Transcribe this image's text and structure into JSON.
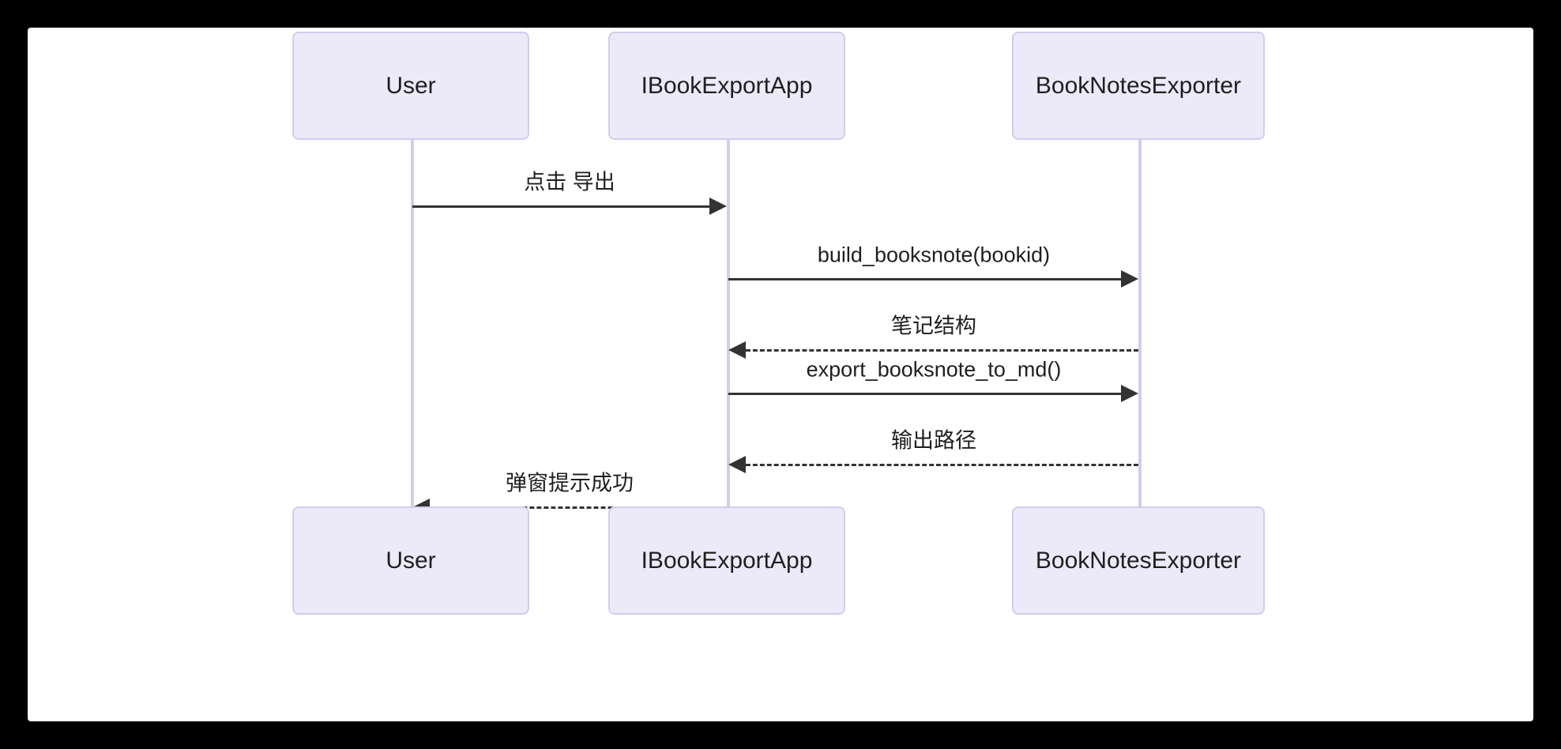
{
  "diagram": {
    "type": "sequence-diagram",
    "background_color": "#000000",
    "panel_color": "#ffffff",
    "box_fill": "#ECEAF8",
    "box_border": "#D3CCEC",
    "lifeline_color": "#D3CCEC",
    "arrow_color": "#333333",
    "text_color": "#1f1f1f",
    "participants": [
      {
        "id": "user",
        "label": "User"
      },
      {
        "id": "ibookexportapp",
        "label": "IBookExportApp"
      },
      {
        "id": "booknotesexporter",
        "label": "BookNotesExporter"
      }
    ],
    "participants_bottom": [
      {
        "id": "user",
        "label": "User"
      },
      {
        "id": "ibookexportapp",
        "label": "IBookExportApp"
      },
      {
        "id": "booknotesexporter",
        "label": "BookNotesExporter"
      }
    ],
    "messages": [
      {
        "index": 1,
        "from": "user",
        "to": "ibookexportapp",
        "label": "点击 导出",
        "style": "solid",
        "direction": "right"
      },
      {
        "index": 2,
        "from": "ibookexportapp",
        "to": "booknotesexporter",
        "label": "build_booksnote(bookid)",
        "style": "solid",
        "direction": "right"
      },
      {
        "index": 3,
        "from": "booknotesexporter",
        "to": "ibookexportapp",
        "label": "笔记结构",
        "style": "dashed",
        "direction": "left"
      },
      {
        "index": 4,
        "from": "ibookexportapp",
        "to": "booknotesexporter",
        "label": "export_booksnote_to_md()",
        "style": "solid",
        "direction": "right"
      },
      {
        "index": 5,
        "from": "booknotesexporter",
        "to": "ibookexportapp",
        "label": "输出路径",
        "style": "dashed",
        "direction": "left"
      },
      {
        "index": 6,
        "from": "ibookexportapp",
        "to": "user",
        "label": "弹窗提示成功",
        "style": "dashed",
        "direction": "left"
      }
    ]
  }
}
